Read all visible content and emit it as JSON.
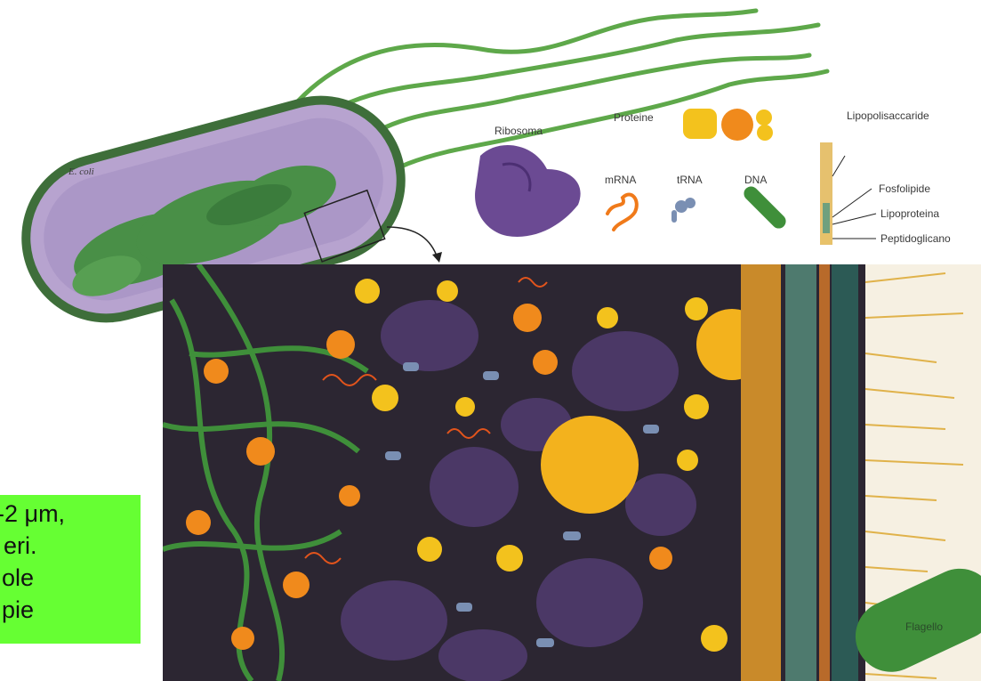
{
  "cell": {
    "name": "E. coli"
  },
  "legend": {
    "ribosoma": "Ribosoma",
    "proteine": "Proteine",
    "mrna": "mRNA",
    "trna": "tRNA",
    "dna": "DNA",
    "lipopolisaccaride": "Lipopolisaccaride",
    "fosfolipide": "Fosfolipide",
    "lipoproteina": "Lipoproteina",
    "peptidoglicano": "Peptidoglicano"
  },
  "panel": {
    "flagello": "Flagello"
  },
  "note": {
    "lines": [
      "-2 μm,",
      "eri.",
      "ole",
      "pie"
    ],
    "background": "#66ff33"
  },
  "colors": {
    "cytoplasm": "#b7a3cf",
    "cell_wall": "#3e6e3a",
    "dna_green": "#3f8f3a",
    "flagellum": "#5ea84a",
    "ribosome": "#6b4a93",
    "protein_yellow": "#f3c21d",
    "protein_orange": "#f08a1c",
    "mrna": "#f07a1a",
    "trna": "#7a8fb3",
    "panel_bg": "#2c2632"
  }
}
